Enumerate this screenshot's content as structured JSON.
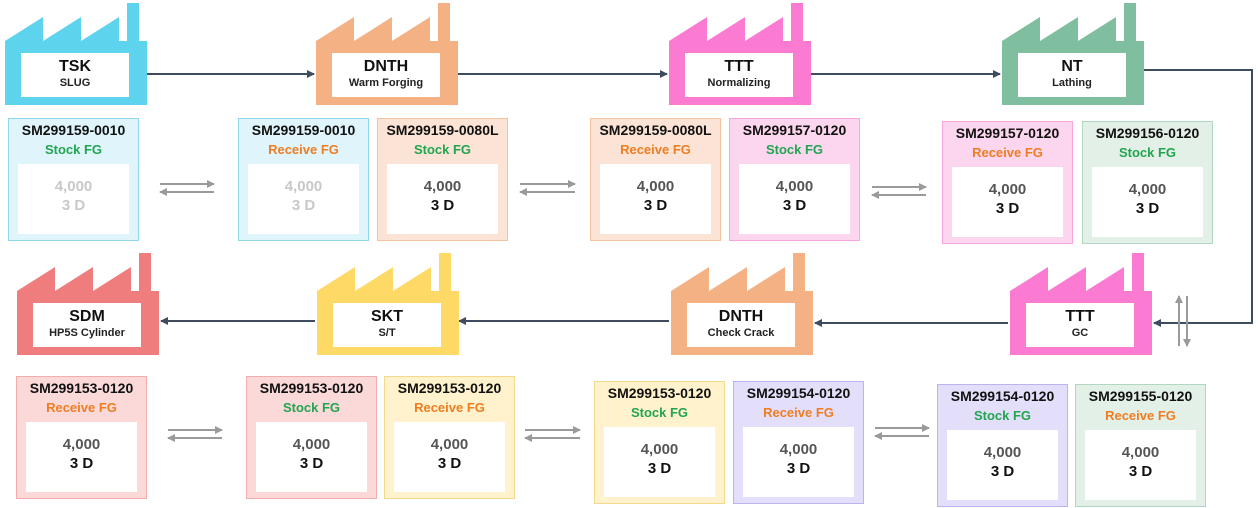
{
  "colors": {
    "blue": "#5dd3ee",
    "blue_card": "#dff5fb",
    "blue_border": "#8fd8ec",
    "orange": "#f4b183",
    "orange_card": "#fbe4d5",
    "orange_border": "#f0c4a2",
    "pink": "#fb7bd2",
    "pink_card": "#fcd6ef",
    "pink_border": "#f5a6dc",
    "green": "#7fbe9e",
    "green_card": "#e2f0e7",
    "green_border": "#b0d7c0",
    "red": "#f07d7d",
    "red_card": "#fbd9d9",
    "red_border": "#f3adad",
    "yellow": "#ffd966",
    "yellow_card": "#fff2cc",
    "yellow_border": "#f5d98a",
    "purple_card": "#e3dffa",
    "purple_border": "#bdb3ef",
    "stock_fg": "#21a550",
    "receive_fg": "#ef7d22",
    "flow_arrow": "#3f4b5e",
    "exchange_arrow": "#9a9a9a"
  },
  "factories": [
    {
      "id": "tsk",
      "code": "TSK",
      "process": "SLUG",
      "color": "blue",
      "icon": "factory-icon"
    },
    {
      "id": "dnth1",
      "code": "DNTH",
      "process": "Warm Forging",
      "color": "orange",
      "icon": "factory-icon"
    },
    {
      "id": "ttt1",
      "code": "TTT",
      "process": "Normalizing",
      "color": "pink",
      "icon": "factory-icon"
    },
    {
      "id": "nt",
      "code": "NT",
      "process": "Lathing",
      "color": "green",
      "icon": "factory-icon"
    },
    {
      "id": "ttt2",
      "code": "TTT",
      "process": "GC",
      "color": "pink",
      "icon": "factory-icon"
    },
    {
      "id": "dnth2",
      "code": "DNTH",
      "process": "Check Crack",
      "color": "orange",
      "icon": "factory-icon"
    },
    {
      "id": "skt",
      "code": "SKT",
      "process": "S/T",
      "color": "yellow",
      "icon": "factory-icon"
    },
    {
      "id": "sdm",
      "code": "SDM",
      "process": "HP5S Cylinder",
      "color": "red",
      "icon": "factory-icon"
    }
  ],
  "cards": [
    {
      "part": "SM299159-0010",
      "status": "Stock FG",
      "qty": "4,000",
      "duration": "3 D",
      "color": "blue",
      "dimmed": true
    },
    {
      "part": "SM299159-0010",
      "status": "Receive FG",
      "qty": "4,000",
      "duration": "3 D",
      "color": "blue",
      "dimmed": true
    },
    {
      "part": "SM299159-0080L",
      "status": "Stock FG",
      "qty": "4,000",
      "duration": "3 D",
      "color": "orange",
      "dimmed": false
    },
    {
      "part": "SM299159-0080L",
      "status": "Receive FG",
      "qty": "4,000",
      "duration": "3 D",
      "color": "orange",
      "dimmed": false
    },
    {
      "part": "SM299157-0120",
      "status": "Stock FG",
      "qty": "4,000",
      "duration": "3 D",
      "color": "pink",
      "dimmed": false
    },
    {
      "part": "SM299157-0120",
      "status": "Receive FG",
      "qty": "4,000",
      "duration": "3 D",
      "color": "pink",
      "dimmed": false
    },
    {
      "part": "SM299156-0120",
      "status": "Stock FG",
      "qty": "4,000",
      "duration": "3 D",
      "color": "green",
      "dimmed": false
    },
    {
      "part": "SM299153-0120",
      "status": "Receive FG",
      "qty": "4,000",
      "duration": "3 D",
      "color": "red",
      "dimmed": false
    },
    {
      "part": "SM299153-0120",
      "status": "Stock FG",
      "qty": "4,000",
      "duration": "3 D",
      "color": "red",
      "dimmed": false
    },
    {
      "part": "SM299153-0120",
      "status": "Receive FG",
      "qty": "4,000",
      "duration": "3 D",
      "color": "yellow",
      "dimmed": false
    },
    {
      "part": "SM299153-0120",
      "status": "Stock FG",
      "qty": "4,000",
      "duration": "3 D",
      "color": "yellow",
      "dimmed": false
    },
    {
      "part": "SM299154-0120",
      "status": "Receive FG",
      "qty": "4,000",
      "duration": "3 D",
      "color": "purple",
      "dimmed": false
    },
    {
      "part": "SM299154-0120",
      "status": "Stock FG",
      "qty": "4,000",
      "duration": "3 D",
      "color": "purple",
      "dimmed": false
    },
    {
      "part": "SM299155-0120",
      "status": "Receive FG",
      "qty": "4,000",
      "duration": "3 D",
      "color": "green",
      "dimmed": false
    }
  ]
}
